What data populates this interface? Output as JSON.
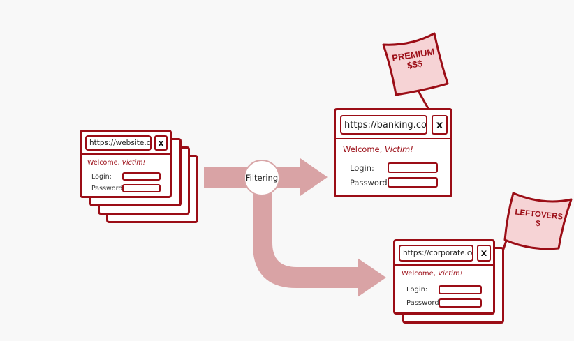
{
  "diagram": {
    "filter_label": "Filtering",
    "source": {
      "url": "https://website.com",
      "close": "x",
      "welcome_prefix": "Welcome, ",
      "welcome_name": "Victim!",
      "login_label": "Login:",
      "password_label": "Password:"
    },
    "premium": {
      "url": "https://banking.com",
      "close": "x",
      "welcome_prefix": "Welcome, ",
      "welcome_name": "Victim!",
      "login_label": "Login:",
      "password_label": "Password:",
      "flag_line1": "PREMIUM",
      "flag_line2": "$$$"
    },
    "leftovers": {
      "url": "https://corporate.com",
      "close": "x",
      "welcome_prefix": "Welcome, ",
      "welcome_name": "Victim!",
      "login_label": "Login:",
      "password_label": "Password:",
      "flag_line1": "LEFTOVERS",
      "flag_line2": "$"
    }
  },
  "colors": {
    "accent": "#9b0d16",
    "arrow": "#d9a3a5",
    "flag_fill": "#f6d3d5",
    "background": "#f8f8f8"
  }
}
